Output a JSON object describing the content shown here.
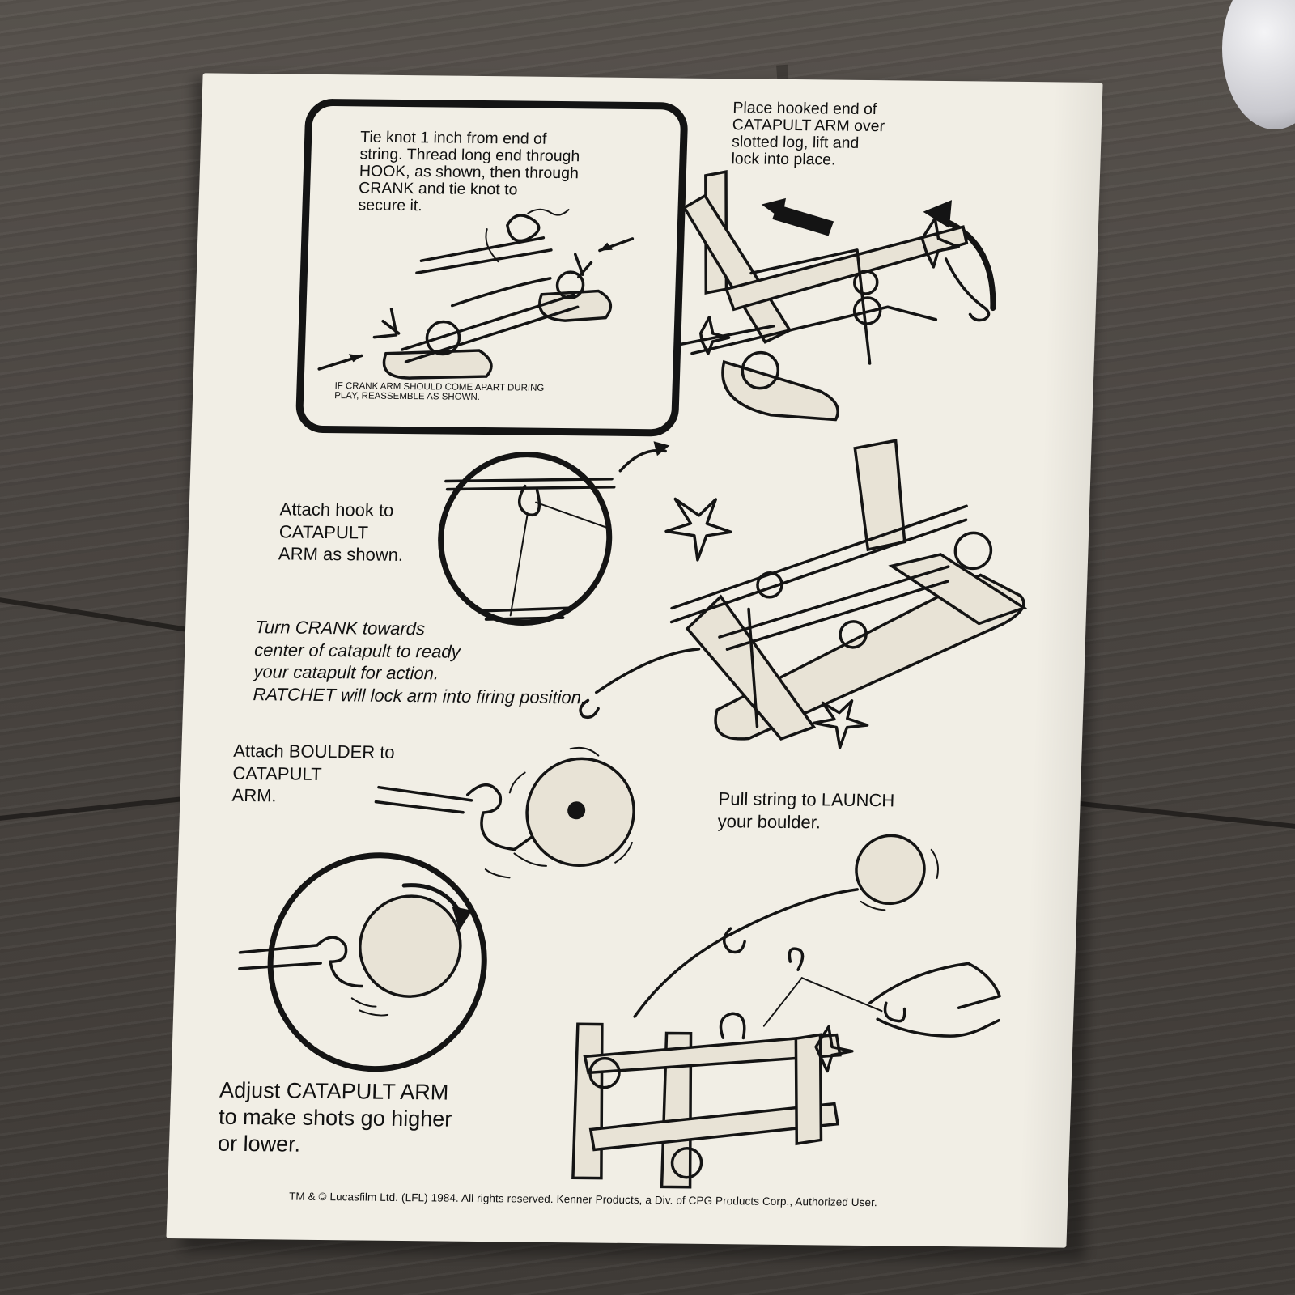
{
  "instructions": {
    "knot_box": {
      "main": "Tie knot 1 inch from end of\nstring. Thread long end through\nHOOK, as shown, then through\nCRANK and tie knot to\nsecure it.",
      "note": "IF CRANK ARM SHOULD COME APART DURING\nPLAY, REASSEMBLE AS SHOWN."
    },
    "hook_arm": "Place hooked end of\nCATAPULT ARM over\nslotted log, lift and\nlock into place.",
    "attach_hook": "Attach hook to\nCATAPULT\nARM as shown.",
    "turn_crank": "Turn CRANK towards\ncenter of catapult to ready\nyour catapult for action.\nRATCHET will lock arm into firing position.",
    "attach_boulder": "Attach BOULDER to\nCATAPULT\nARM.",
    "launch": "Pull string to LAUNCH\nyour boulder.",
    "adjust": "Adjust CATAPULT ARM\nto make shots go higher\nor lower."
  },
  "footer": {
    "copyright": "TM & © Lucasfilm Ltd. (LFL) 1984. All rights reserved. Kenner Products, a Div. of CPG Products Corp., Authorized User."
  }
}
